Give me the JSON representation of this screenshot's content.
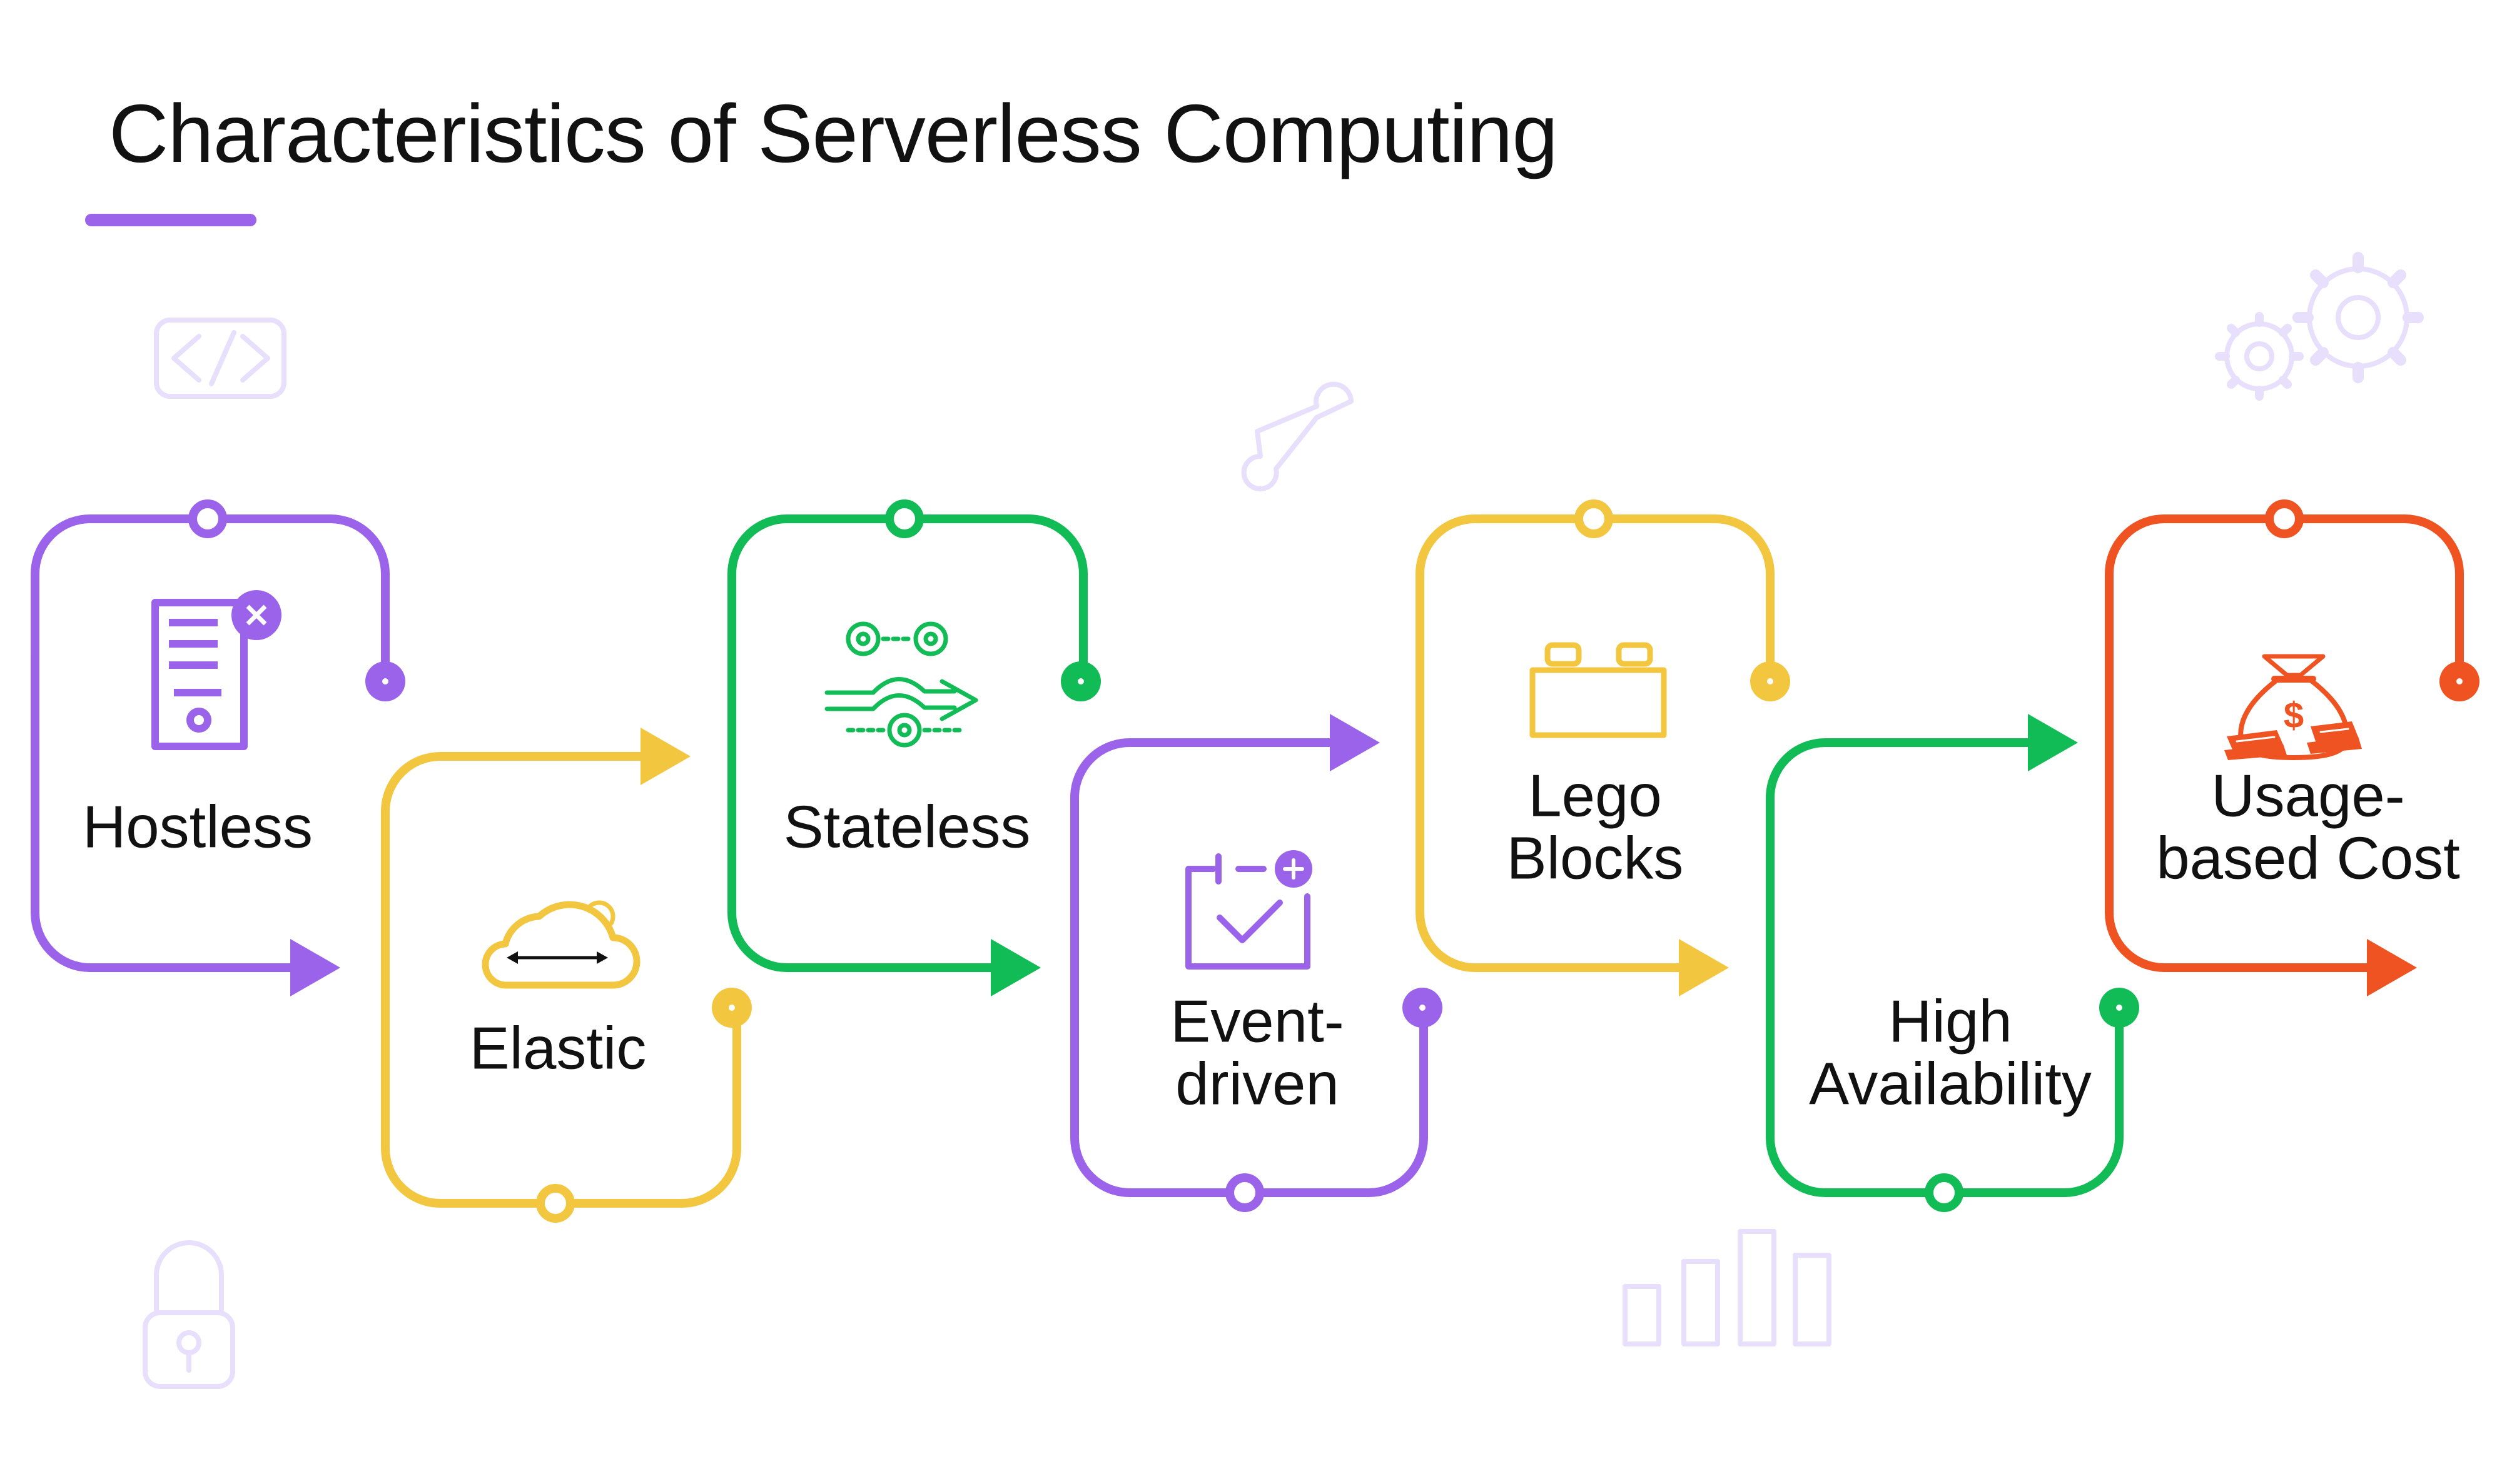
{
  "title": "Characteristics of Serverless Computing",
  "colors": {
    "purple": "#9b62ea",
    "yellow": "#f3c640",
    "green": "#11bb55",
    "orange": "#ef5322",
    "faint": "#e7dffb",
    "text": "#111111"
  },
  "steps": [
    {
      "id": "hostless",
      "lines": [
        "Hostless"
      ],
      "color": "purple",
      "icon": "server-x-icon"
    },
    {
      "id": "elastic",
      "lines": [
        "Elastic"
      ],
      "color": "yellow",
      "icon": "cloud-resize-icon"
    },
    {
      "id": "stateless",
      "lines": [
        "Stateless"
      ],
      "color": "green",
      "icon": "gears-flow-icon"
    },
    {
      "id": "event-driven",
      "lines": [
        "Event-",
        "driven"
      ],
      "color": "purple",
      "icon": "calendar-check-icon"
    },
    {
      "id": "lego-blocks",
      "lines": [
        "Lego",
        "Blocks"
      ],
      "color": "yellow",
      "icon": "lego-brick-icon"
    },
    {
      "id": "high-availability",
      "lines": [
        "High",
        "Availability"
      ],
      "color": "green",
      "icon": ""
    },
    {
      "id": "usage-based-cost",
      "lines": [
        "Usage-",
        "based Cost"
      ],
      "color": "orange",
      "icon": "money-bag-icon"
    }
  ],
  "decorations": [
    "code-icon",
    "wrench-icon",
    "gears-icon",
    "padlock-icon",
    "bar-chart-icon"
  ]
}
